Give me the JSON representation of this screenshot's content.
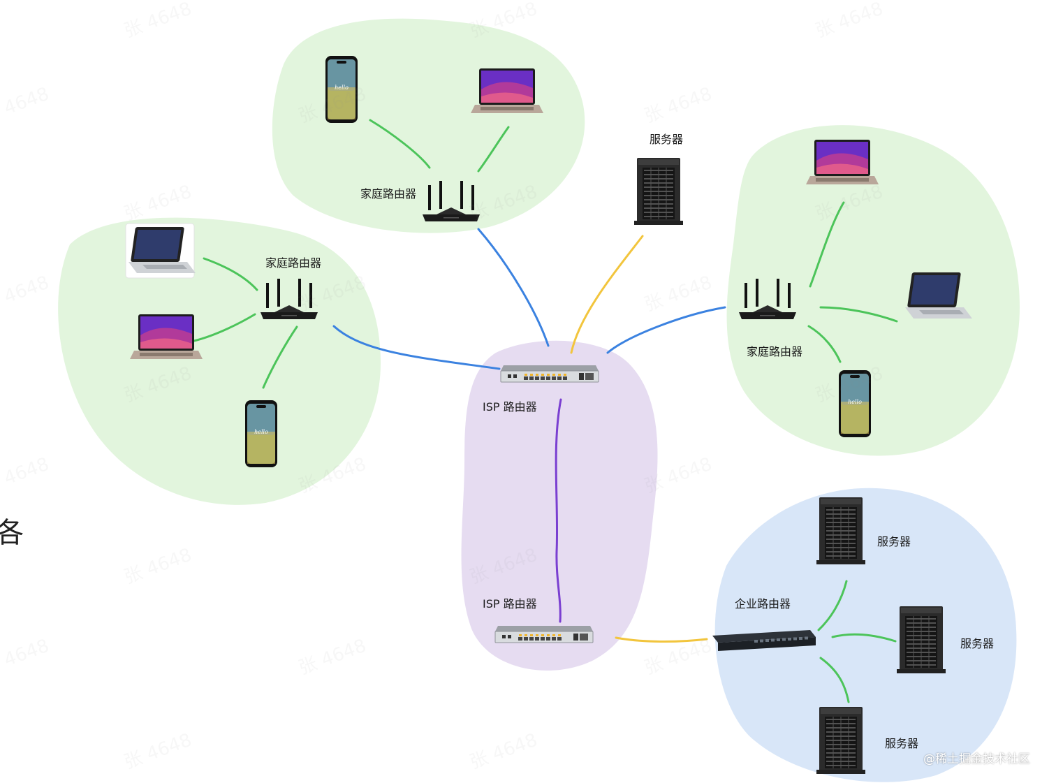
{
  "labels": {
    "home_router": "家庭路由器",
    "server": "服务器",
    "isp_router": "ISP 路由器",
    "enterprise_router": "企业路由器"
  },
  "side_char": "各",
  "footer": "@稀土掘金技术社区",
  "colors": {
    "home_region": "#e2f5dd",
    "isp_region": "#e6dcf1",
    "enterprise_region": "#d8e6f8",
    "link_blue": "#3b82e0",
    "link_yellow": "#f2c53d",
    "link_green": "#4cc45a",
    "link_purple": "#7a3fd1"
  },
  "icons": [
    "smartphone-icon",
    "laptop-icon",
    "wifi-router-icon",
    "tower-server-icon",
    "rack-router-icon",
    "network-switch-icon"
  ]
}
